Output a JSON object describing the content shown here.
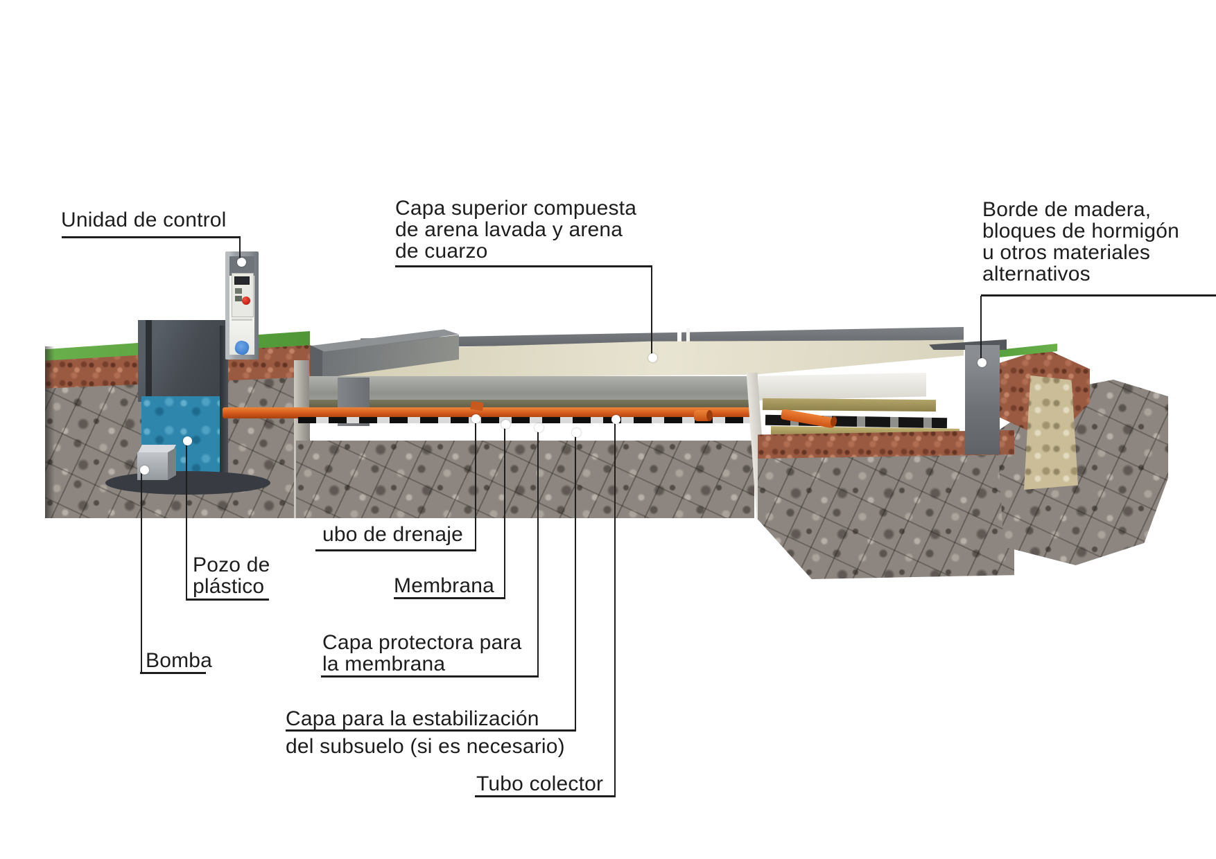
{
  "labels": {
    "unidad_control": "Unidad de control",
    "capa_superior": "Capa superior compuesta\nde arena lavada y arena\nde cuarzo",
    "borde_madera": "Borde de madera,\nbloques de hormigón\nu otros materiales\nalternativos",
    "tubo_drenaje": "ubo de drenaje",
    "pozo_plastico": "Pozo de\nplástico",
    "membrana": "Membrana",
    "bomba": "Bomba",
    "capa_protectora": "Capa protectora para\nla membrana",
    "capa_estabilizacion_l1": "Capa para la estabilización",
    "capa_estabilizacion_l2": "del subsuelo (si es necesario)",
    "tubo_colector": "Tubo colector"
  },
  "colors": {
    "pipe_orange": "#d2591b",
    "water_blue": "#2e86ad",
    "grass_green": "#4f9636",
    "sand_beige": "#e8e4d2",
    "gravel_red": "#9a5a42",
    "soil_gray": "#8d8680",
    "membrane_black": "#0f0f0f",
    "curb_gray": "#64676b",
    "label_color": "#1d1d1d"
  }
}
